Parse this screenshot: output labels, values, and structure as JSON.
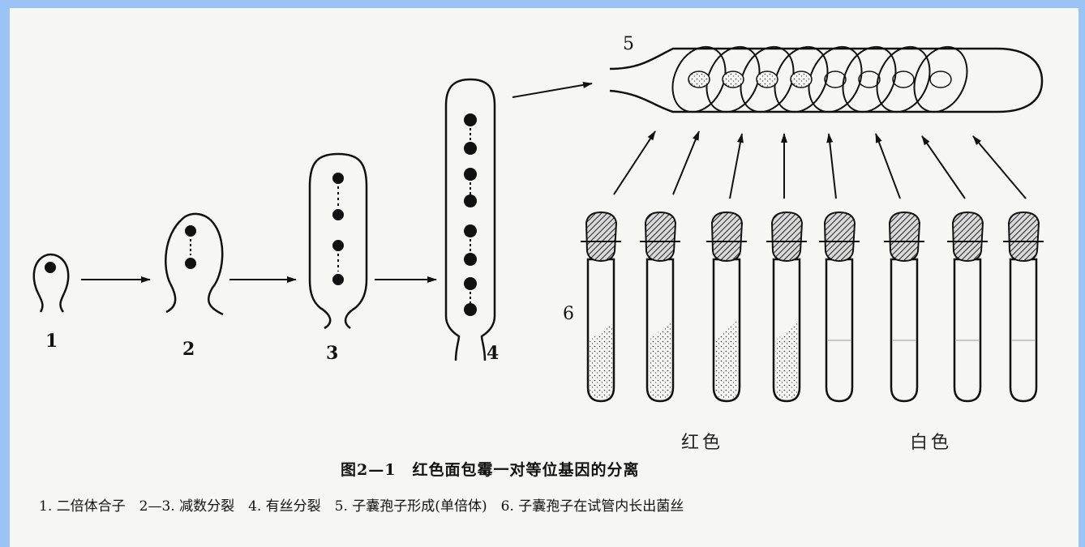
{
  "stages": {
    "s1": "1",
    "s2": "2",
    "s3": "3",
    "s4": "4",
    "s5": "5",
    "s6": "6"
  },
  "colors": {
    "red_label": "红色",
    "white_label": "白色"
  },
  "caption": {
    "title": "图2—1　红色面包霉一对等位基因的分离",
    "legend": "1. 二倍体合子　2—3. 减数分裂　4. 有丝分裂　5. 子囊孢子形成(单倍体)　6. 子囊孢子在试管内长出菌丝"
  },
  "ink": "#111111",
  "background": "#9cc3f5"
}
